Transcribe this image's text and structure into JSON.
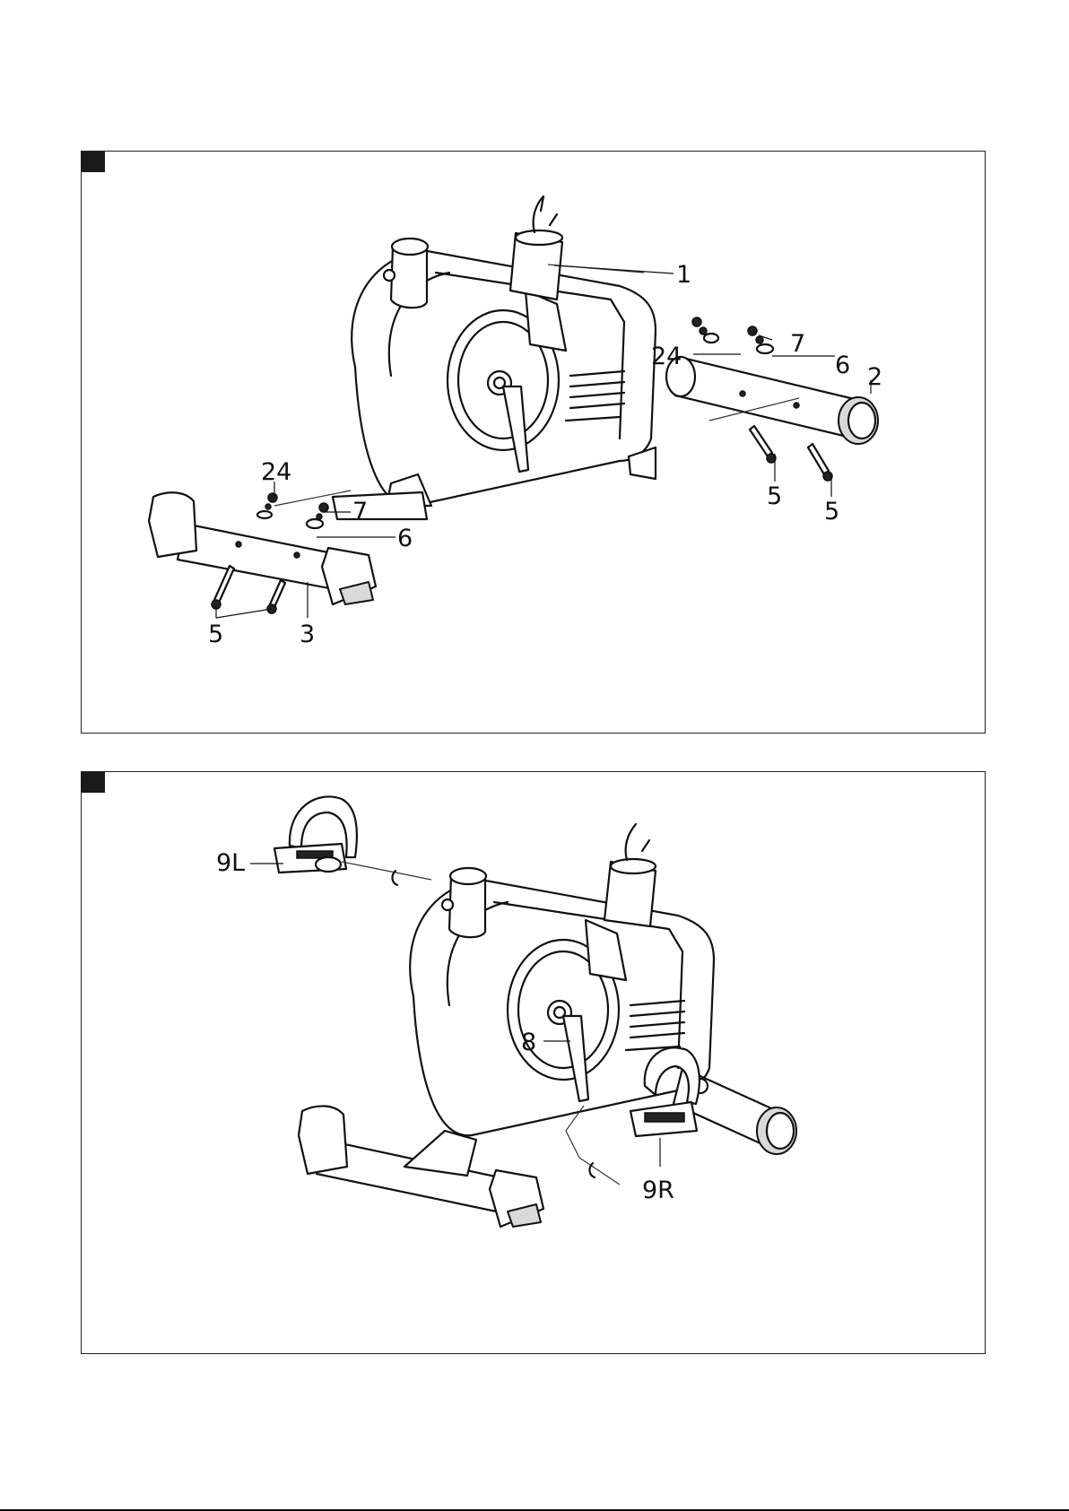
{
  "panels": [
    {
      "callouts": {
        "part_1": "1",
        "part_24_right": "24",
        "part_7_right": "7",
        "part_6_right": "6",
        "part_2": "2",
        "part_5_right_a": "5",
        "part_5_right_b": "5",
        "part_24_left": "24",
        "part_7_left": "7",
        "part_6_left": "6",
        "part_5_left": "5",
        "part_3": "3"
      }
    },
    {
      "callouts": {
        "part_9L": "9L",
        "part_8": "8",
        "part_9R": "9R"
      }
    }
  ]
}
